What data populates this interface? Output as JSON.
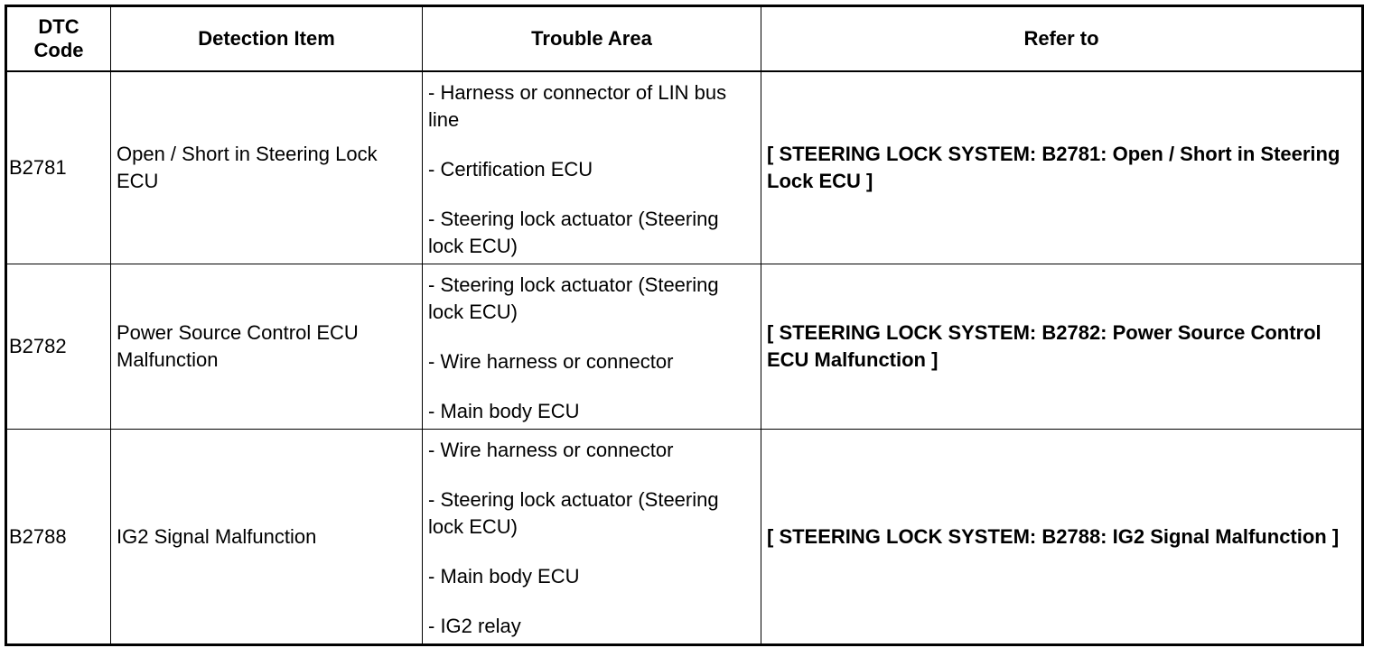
{
  "table": {
    "headers": {
      "code": "DTC Code",
      "detection": "Detection Item",
      "area": "Trouble Area",
      "refer": "Refer to"
    },
    "rows": [
      {
        "code": "B2781",
        "detection": "Open / Short in Steering Lock ECU",
        "areas": [
          "- Harness or connector of LIN bus line",
          "- Certification ECU",
          "- Steering lock actuator (Steering lock ECU)"
        ],
        "refer": "[ STEERING LOCK SYSTEM: B2781: Open / Short in Steering Lock ECU ]"
      },
      {
        "code": "B2782",
        "detection": "Power Source Control ECU Malfunction",
        "areas": [
          "- Steering lock actuator (Steering lock ECU)",
          "- Wire harness or connector",
          "- Main body ECU"
        ],
        "refer": "[ STEERING LOCK SYSTEM: B2782: Power Source Control ECU Malfunction ]"
      },
      {
        "code": "B2788",
        "detection": "IG2 Signal Malfunction",
        "areas": [
          "- Wire harness or connector",
          "- Steering lock actuator (Steering lock ECU)",
          "- Main body ECU",
          "- IG2 relay"
        ],
        "refer": "[ STEERING LOCK SYSTEM: B2788: IG2 Signal Malfunction ]"
      }
    ]
  }
}
